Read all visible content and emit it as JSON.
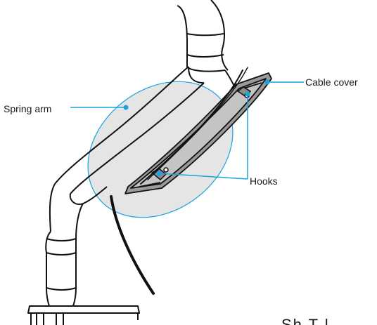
{
  "callouts": {
    "spring_arm": "Spring arm",
    "cable_cover": "Cable cover",
    "hooks": "Hooks"
  },
  "brand_fragment": "Sh T l",
  "colors": {
    "callout_line": "#1aa3dc",
    "highlight_fill": "#e5e5e5",
    "outline": "#111111"
  }
}
